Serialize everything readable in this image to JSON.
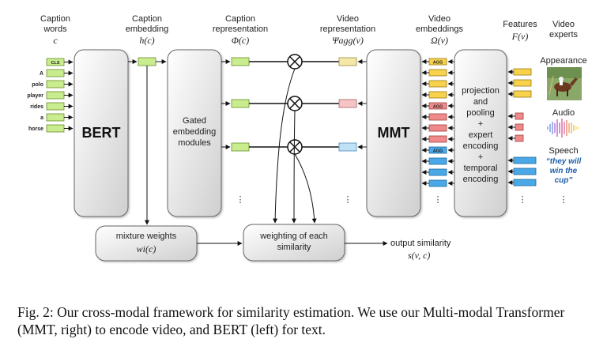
{
  "headers": {
    "caption_words": [
      "Caption",
      "words"
    ],
    "caption_words_sym": "c",
    "caption_embedding": [
      "Caption",
      "embedding"
    ],
    "caption_embedding_sym": "h(c)",
    "caption_repr": [
      "Caption",
      "representation"
    ],
    "caption_repr_sym": "Φ(c)",
    "video_repr": [
      "Video",
      "representation"
    ],
    "video_repr_sym": "Ψagg(v)",
    "video_embeddings": [
      "Video",
      "embeddings"
    ],
    "video_embeddings_sym": "Ω(v)",
    "features": "Features",
    "features_sym": "F(v)",
    "video_experts": [
      "Video",
      "experts"
    ]
  },
  "words": [
    "CLS",
    "A",
    "polo",
    "player",
    "rides",
    "a",
    "horse"
  ],
  "boxes": {
    "bert": "BERT",
    "gated": [
      "Gated",
      "embedding",
      "modules"
    ],
    "mmt": "MMT",
    "projection": [
      "projection",
      "and",
      "pooling",
      "+",
      "expert",
      "encoding",
      "+",
      "temporal",
      "encoding"
    ],
    "mixture": "mixture weights",
    "mixture_sym": "wi(c)",
    "weighting": [
      "weighting of each",
      "similarity"
    ]
  },
  "agg_tag": "AGG",
  "output": {
    "label": "output similarity",
    "sym": "s(v, c)"
  },
  "experts": {
    "appearance": "Appearance",
    "audio": "Audio",
    "speech": "Speech",
    "speech_quote": [
      "“they will",
      "win the",
      "cup”"
    ]
  },
  "ellipsis": "⋮",
  "colors": {
    "green": "#c8ec8e",
    "yellow": "#f7d24a",
    "pink": "#f08a8a",
    "blue": "#4aa8e8",
    "light_yellow": "#f5e7a8",
    "light_pink": "#f6c4c4",
    "light_blue": "#bfe2f7"
  },
  "figure_caption": "Fig. 2: Our cross-modal framework for similarity estimation. We use our Multi-modal Transformer (MMT, right) to encode video, and BERT (left) for text."
}
